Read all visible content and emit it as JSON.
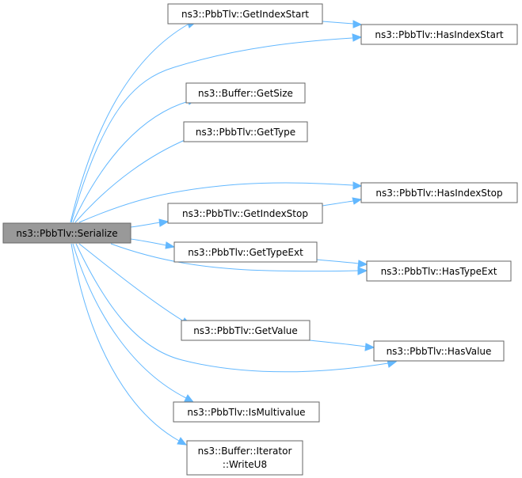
{
  "nodes": {
    "serialize": [
      "ns3::PbbTlv::Serialize"
    ],
    "get_index_start": [
      "ns3::PbbTlv::GetIndexStart"
    ],
    "has_index_start": [
      "ns3::PbbTlv::HasIndexStart"
    ],
    "buffer_get_size": [
      "ns3::Buffer::GetSize"
    ],
    "get_type": [
      "ns3::PbbTlv::GetType"
    ],
    "has_index_stop": [
      "ns3::PbbTlv::HasIndexStop"
    ],
    "get_index_stop": [
      "ns3::PbbTlv::GetIndexStop"
    ],
    "get_type_ext": [
      "ns3::PbbTlv::GetTypeExt"
    ],
    "has_type_ext": [
      "ns3::PbbTlv::HasTypeExt"
    ],
    "get_value": [
      "ns3::PbbTlv::GetValue"
    ],
    "has_value": [
      "ns3::PbbTlv::HasValue"
    ],
    "is_multivalue": [
      "ns3::PbbTlv::IsMultivalue"
    ],
    "write_u8": [
      "ns3::Buffer::Iterator",
      "::WriteU8"
    ]
  },
  "edges": [
    [
      "serialize",
      "get_index_start"
    ],
    [
      "serialize",
      "has_index_start"
    ],
    [
      "serialize",
      "buffer_get_size"
    ],
    [
      "serialize",
      "get_type"
    ],
    [
      "serialize",
      "has_index_stop"
    ],
    [
      "serialize",
      "get_index_stop"
    ],
    [
      "serialize",
      "get_type_ext"
    ],
    [
      "serialize",
      "has_type_ext"
    ],
    [
      "serialize",
      "get_value"
    ],
    [
      "serialize",
      "has_value"
    ],
    [
      "serialize",
      "is_multivalue"
    ],
    [
      "serialize",
      "write_u8"
    ],
    [
      "get_index_start",
      "has_index_start"
    ],
    [
      "get_index_stop",
      "has_index_stop"
    ],
    [
      "get_type_ext",
      "has_type_ext"
    ],
    [
      "get_value",
      "has_value"
    ]
  ],
  "colors": {
    "edge": "#63b8ff",
    "root_fill": "#999999",
    "node_fill": "#ffffff",
    "node_border": "#666666"
  }
}
